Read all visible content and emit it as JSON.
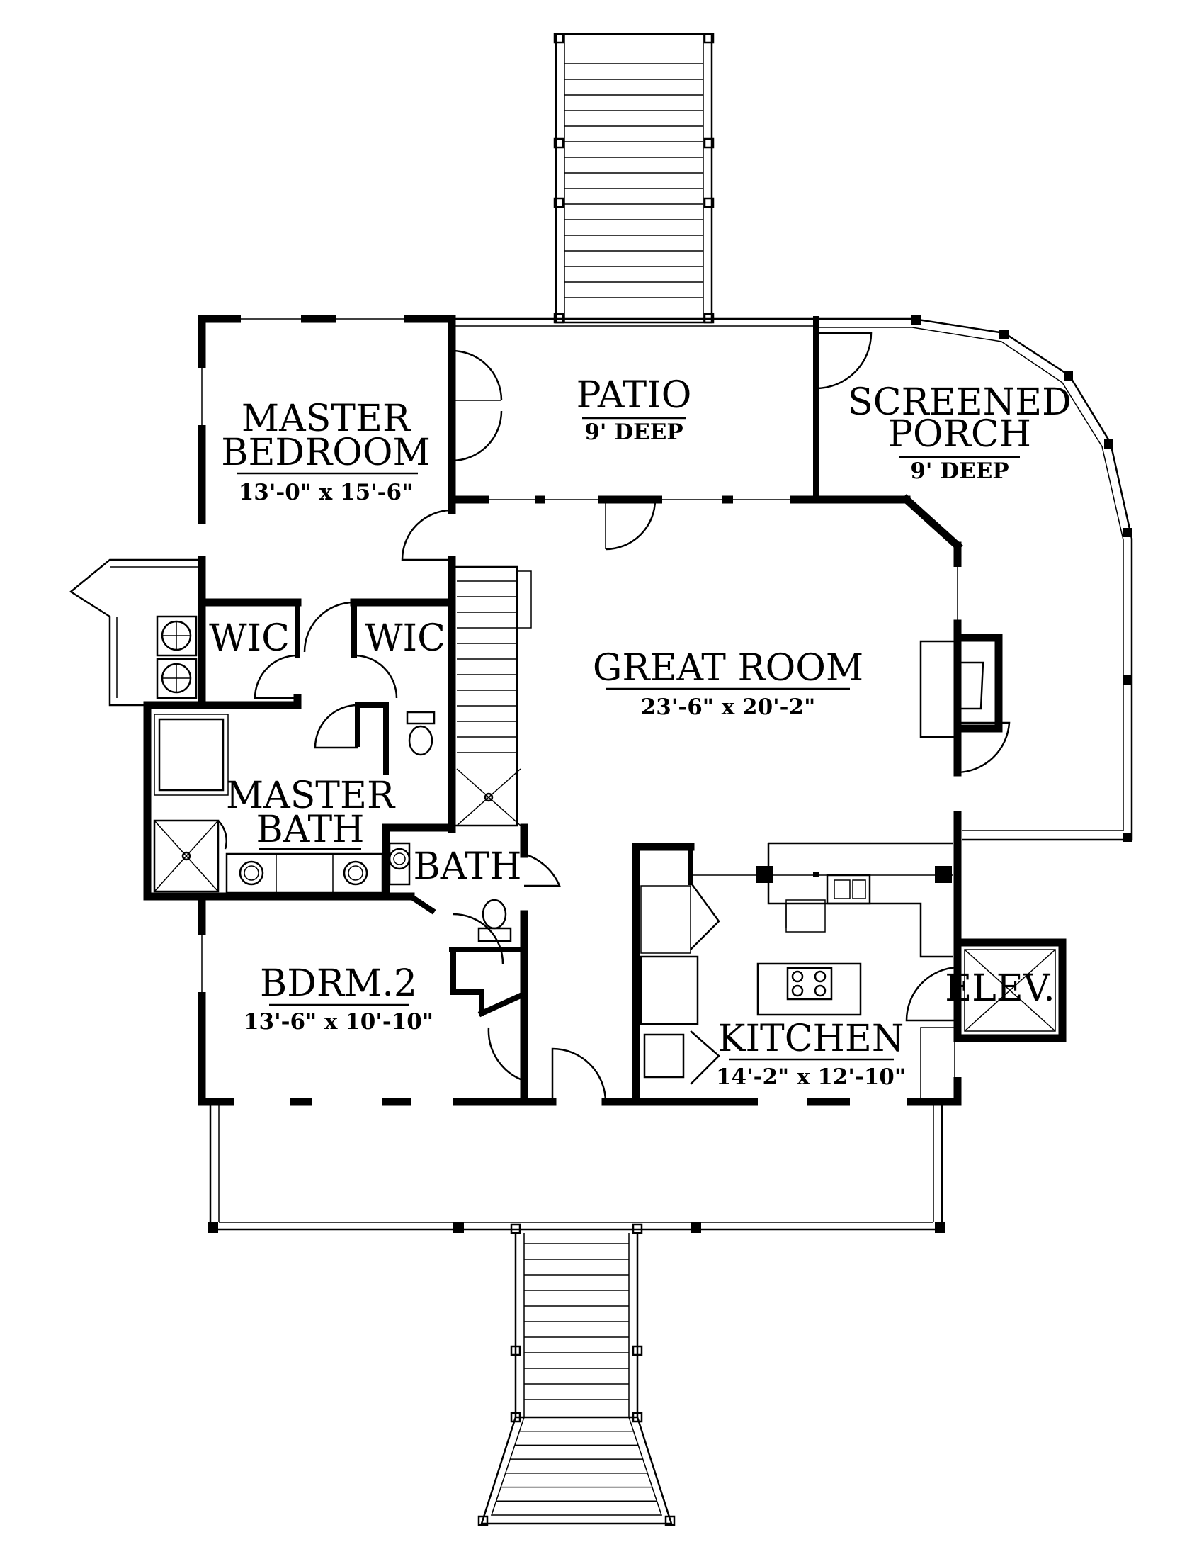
{
  "plan": {
    "rooms": {
      "patio": {
        "name": "PATIO",
        "dim": "9' DEEP"
      },
      "screened_porch": {
        "name_line1": "SCREENED",
        "name_line2": "PORCH",
        "dim": "9' DEEP"
      },
      "master_bedroom": {
        "name_line1": "MASTER",
        "name_line2": "BEDROOM",
        "dim": "13'-0\" x 15'-6\""
      },
      "wic_left": {
        "name": "WIC"
      },
      "wic_right": {
        "name": "WIC"
      },
      "great_room": {
        "name": "GREAT ROOM",
        "dim": "23'-6\" x 20'-2\""
      },
      "master_bath": {
        "name_line1": "MASTER",
        "name_line2": "BATH"
      },
      "bath": {
        "name": "BATH"
      },
      "bedroom_2": {
        "name": "BDRM.2",
        "dim": "13'-6\" x 10'-10\""
      },
      "kitchen": {
        "name": "KITCHEN",
        "dim": "14'-2\" x 12'-10\""
      },
      "elevator": {
        "name": "ELEV."
      }
    }
  }
}
